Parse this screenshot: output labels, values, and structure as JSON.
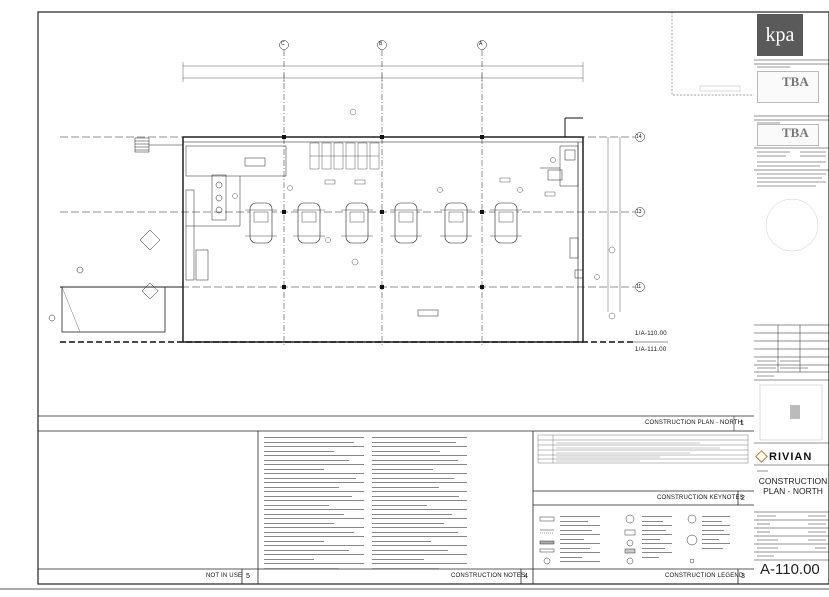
{
  "sheet": {
    "firm_logo": "kpa",
    "owner_logo": "RIVIAN",
    "sheet_title_line1": "CONSTRUCTION",
    "sheet_title_line2": "PLAN - NORTH",
    "sheet_number": "A-110.00"
  },
  "drawing": {
    "title": "CONSTRUCTION PLAN - NORTH",
    "number": "1",
    "ref_top": "1/A-110.00",
    "ref_bottom": "1/A-111.00",
    "grid_columns": [
      "C",
      "B",
      "A"
    ],
    "grid_rows": [
      "14",
      "13",
      "11"
    ]
  },
  "panels": {
    "not_in_use": {
      "title": "NOT IN USE",
      "number": "5"
    },
    "notes": {
      "title": "CONSTRUCTION NOTES",
      "number": "4"
    },
    "keynotes": {
      "title": "CONSTRUCTION KEYNOTES",
      "number": "2"
    },
    "legend": {
      "title": "CONSTRUCTION LEGEND",
      "number": "3"
    }
  },
  "colors": {
    "line": "#222222",
    "accent": "#c47b17",
    "logo_bg": "#5a5a5a"
  }
}
